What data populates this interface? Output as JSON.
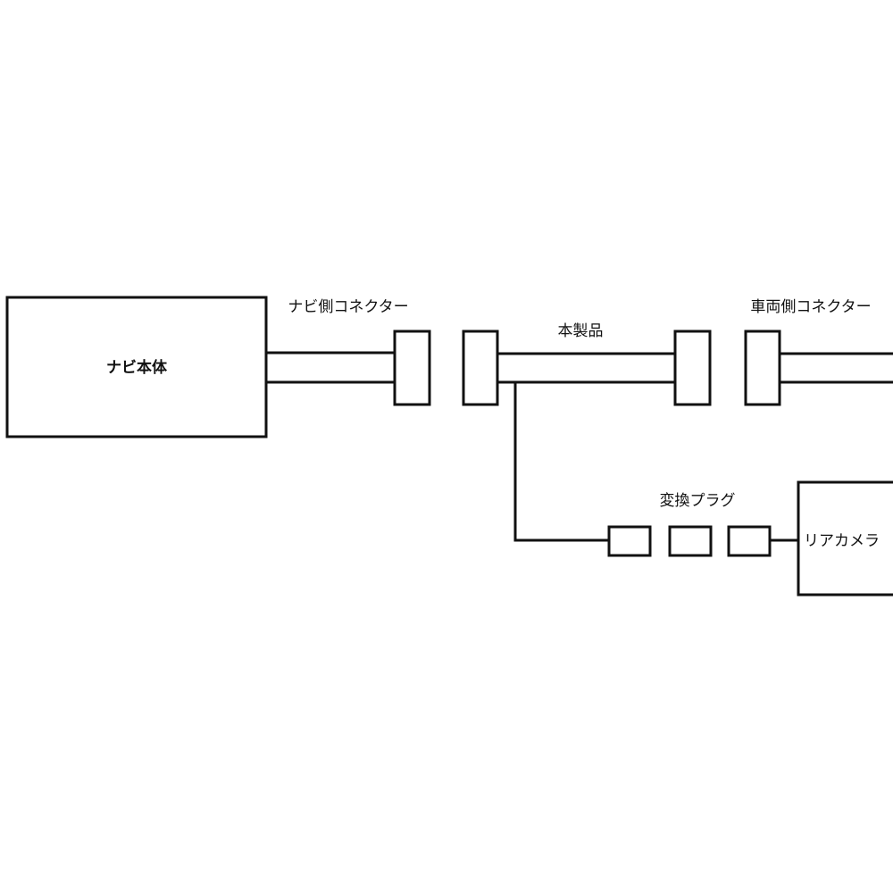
{
  "diagram": {
    "nav_unit_label": "ナビ本体",
    "nav_connector_label": "ナビ側コネクター",
    "product_label": "本製品",
    "vehicle_connector_label": "車両側コネクター",
    "conversion_plug_label": "変換プラグ",
    "rear_camera_label": "リアカメラ"
  }
}
